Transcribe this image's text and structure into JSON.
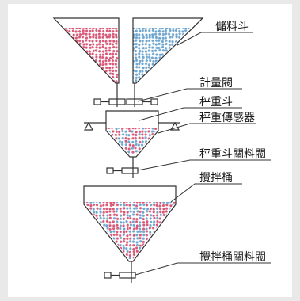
{
  "labels": {
    "storage_hopper": "儲料斗",
    "metering_valve": "計量閥",
    "weigh_hopper": "秤重斗",
    "load_cell": "秤重傳感器",
    "weigh_hopper_gate": "秤重斗關料閥",
    "mixing_tank": "攪拌桶",
    "mixing_tank_gate": "攪拌桶關料閥"
  },
  "colors": {
    "red_particle": "#d85a78",
    "blue_particle": "#6fa6cf",
    "outline": "#333333"
  }
}
